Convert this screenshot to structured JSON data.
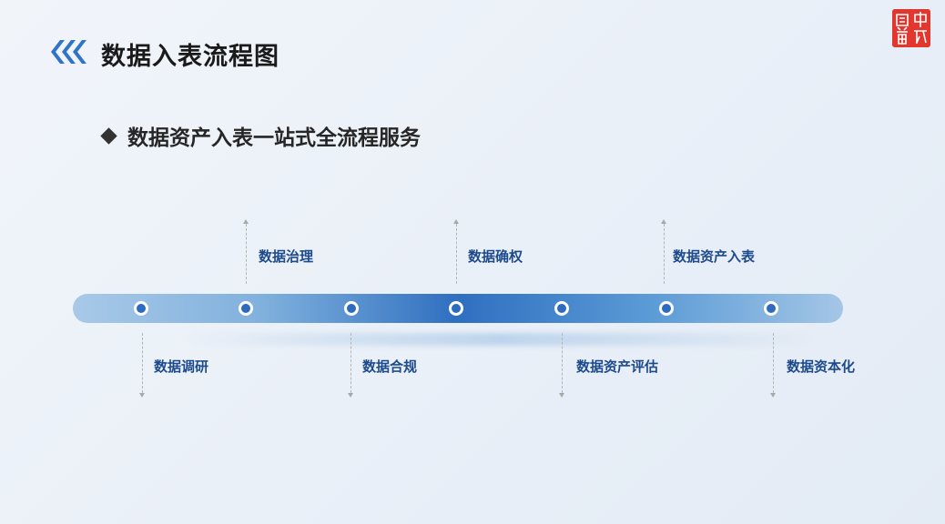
{
  "header": {
    "title": "数据入表流程图",
    "icon": "triple-chevron-left-icon"
  },
  "seal": {
    "icon": "red-seal-logo"
  },
  "subtitle": "数据资产入表一站式全流程服务",
  "colors": {
    "accent": "#2e6bbd",
    "label": "#1c4a8c",
    "seal": "#e2372e"
  },
  "steps": [
    {
      "label": "数据调研",
      "position": "below"
    },
    {
      "label": "数据治理",
      "position": "above"
    },
    {
      "label": "数据合规",
      "position": "below"
    },
    {
      "label": "数据确权",
      "position": "above"
    },
    {
      "label": "数据资产评估",
      "position": "below"
    },
    {
      "label": "数据资产入表",
      "position": "above"
    },
    {
      "label": "数据资本化",
      "position": "below"
    }
  ]
}
